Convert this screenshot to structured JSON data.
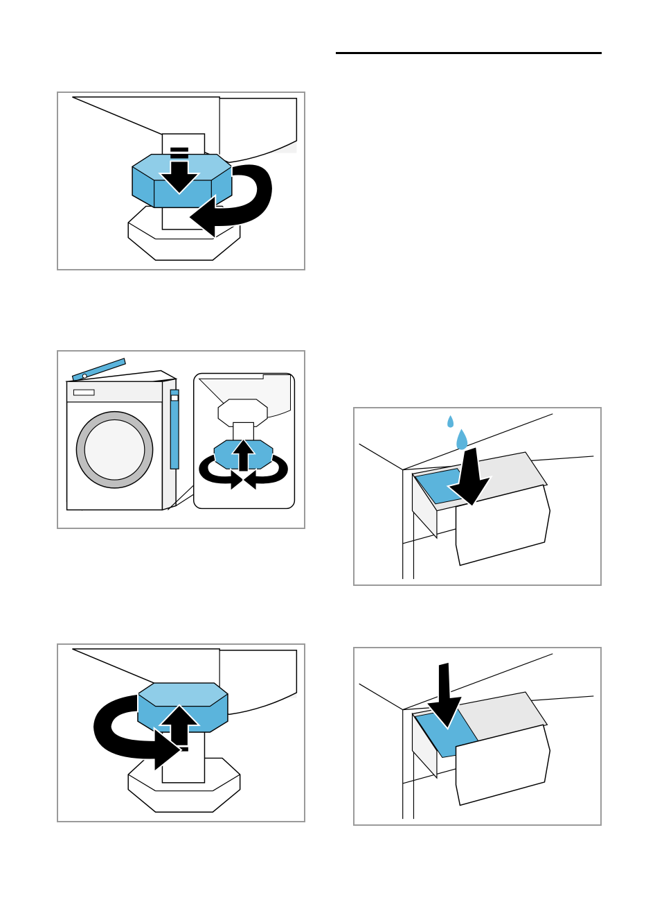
{
  "figures": [
    {
      "id": "fig1",
      "subject": "adjusting-foot-locknut-tighten",
      "icons": [
        "rotate-arrow-icon",
        "down-arrow-icon"
      ]
    },
    {
      "id": "fig2",
      "subject": "levelling-machine-with-spirit-level",
      "icons": [
        "spirit-level-icon",
        "up-arrow-icon",
        "rotate-arrow-icon"
      ],
      "level_label": "",
      "highlight_color": "#5bb4dc"
    },
    {
      "id": "fig3",
      "subject": "adjusting-foot-locknut-loosen",
      "icons": [
        "rotate-arrow-icon",
        "up-arrow-icon"
      ]
    },
    {
      "id": "fig4",
      "subject": "detergent-drawer-add-water",
      "icons": [
        "water-drop-icon",
        "down-arrow-icon"
      ]
    },
    {
      "id": "fig5",
      "subject": "detergent-drawer-insert",
      "icons": [
        "down-arrow-icon"
      ]
    }
  ],
  "colors": {
    "accent_blue": "#5bb4dc",
    "accent_blue_dark": "#2a8fc0",
    "frame_gray": "#9a9a9a",
    "rule": "#000000"
  }
}
